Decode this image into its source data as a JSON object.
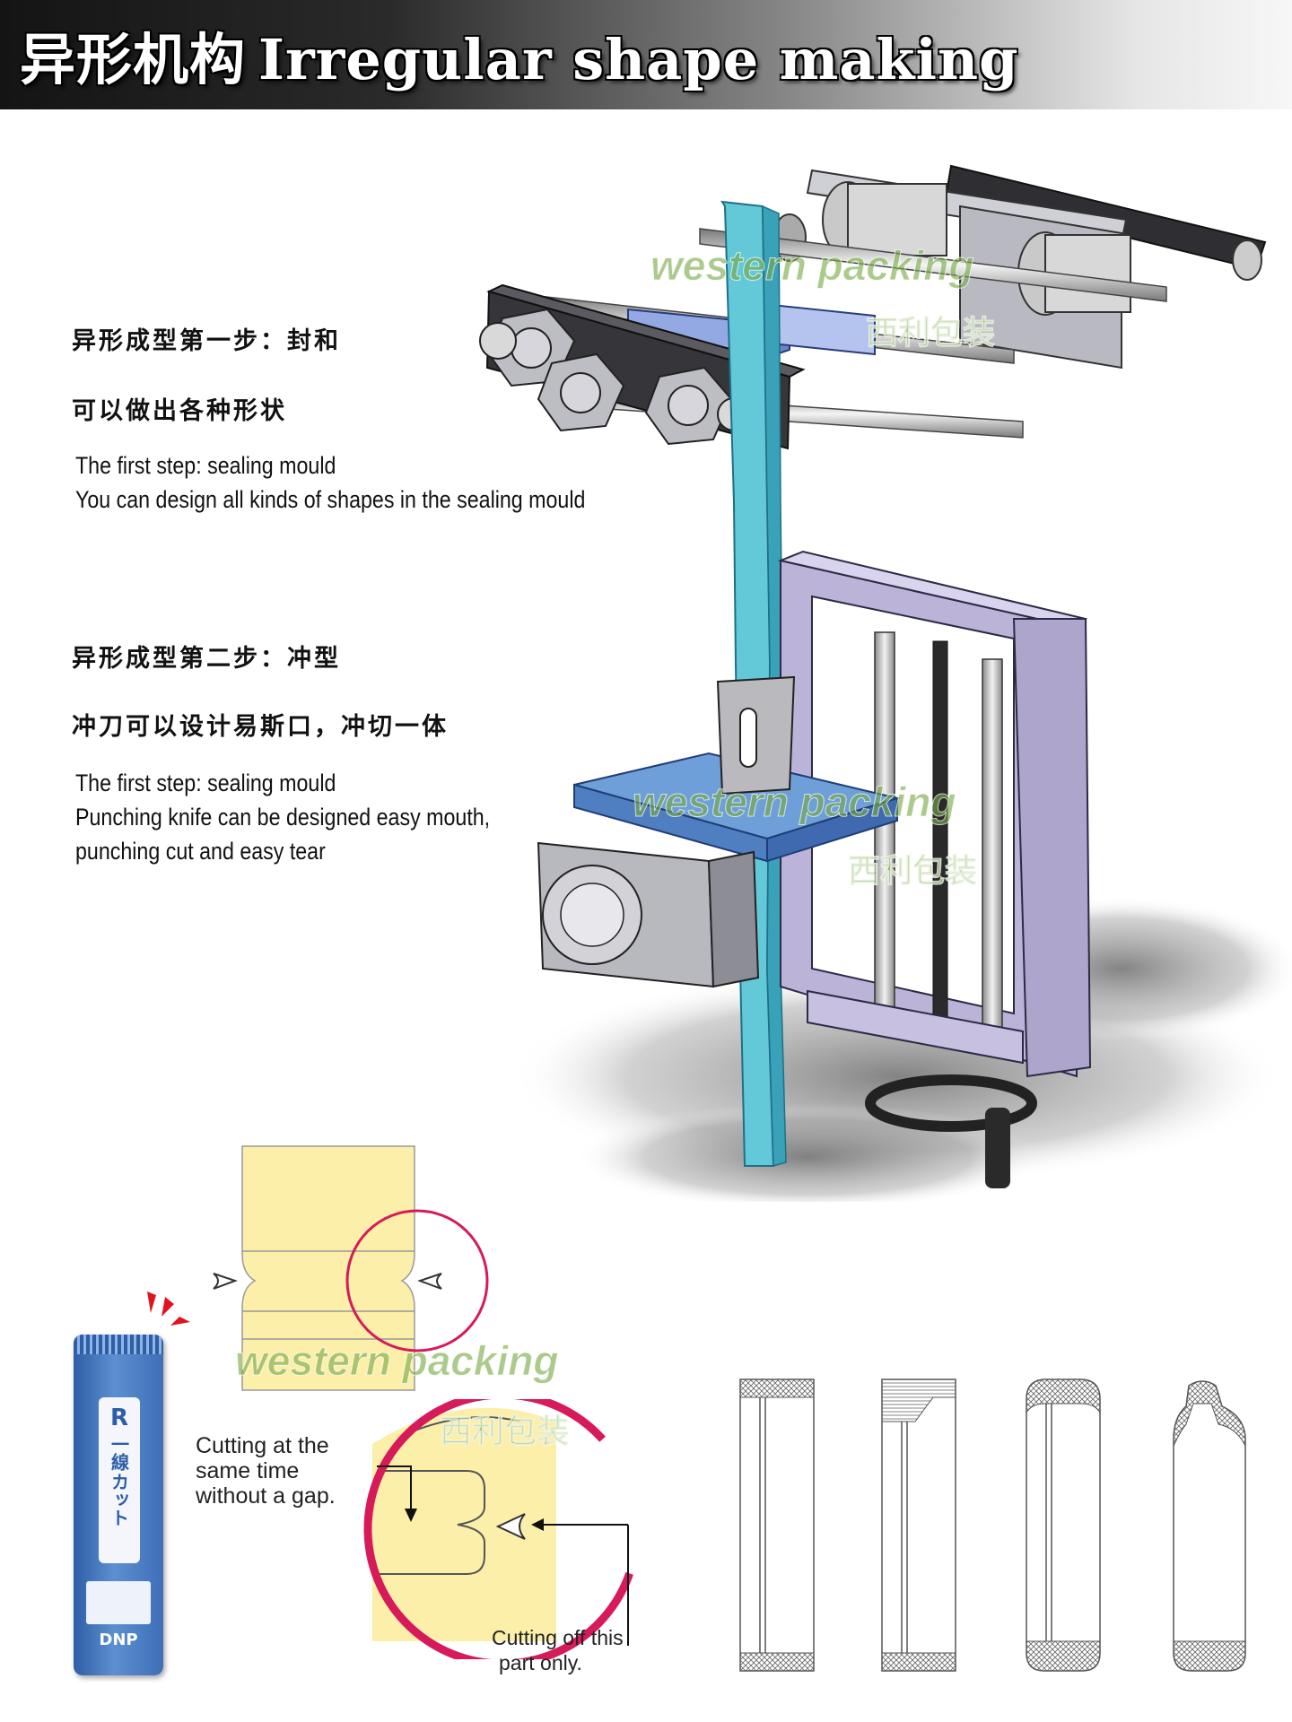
{
  "header": {
    "title_cn": "异形机构",
    "title_en": "Irregular shape making"
  },
  "step1": {
    "cn_line1": "异形成型第一步：封和",
    "cn_line2": "可以做出各种形状",
    "en_line1": "The first step: sealing  mould",
    "en_line2": "You can design all kinds of shapes in the sealing mould"
  },
  "step2": {
    "cn_line1": "异形成型第二步：冲型",
    "cn_line2": "冲刀可以设计易斯口，冲切一体",
    "en_line1": "The first step: sealing  mould",
    "en_line2": "Punching knife can be designed easy mouth,",
    "en_line3": "punching cut and easy tear"
  },
  "watermark": {
    "en": "western packing",
    "cn": "西利包装"
  },
  "labels": {
    "cutting_gap_line1": "Cutting at the",
    "cutting_gap_line2": "same time",
    "cutting_gap_line3": "without a gap.",
    "cutting_off_line1": "Cutting off this",
    "cutting_off_line2": "part only."
  },
  "sachet": {
    "brand": "DNP",
    "line1": "R",
    "line2": "一線",
    "line3": "カット"
  },
  "colors": {
    "film": "#63c8d8",
    "mould_blue": "#6f9fd8",
    "frame_lavender": "#bcb4d8",
    "pouch_yellow": "#fbefaa",
    "highlight_circle": "#d61a5a",
    "sachet_blue": "#3f6fb8"
  }
}
